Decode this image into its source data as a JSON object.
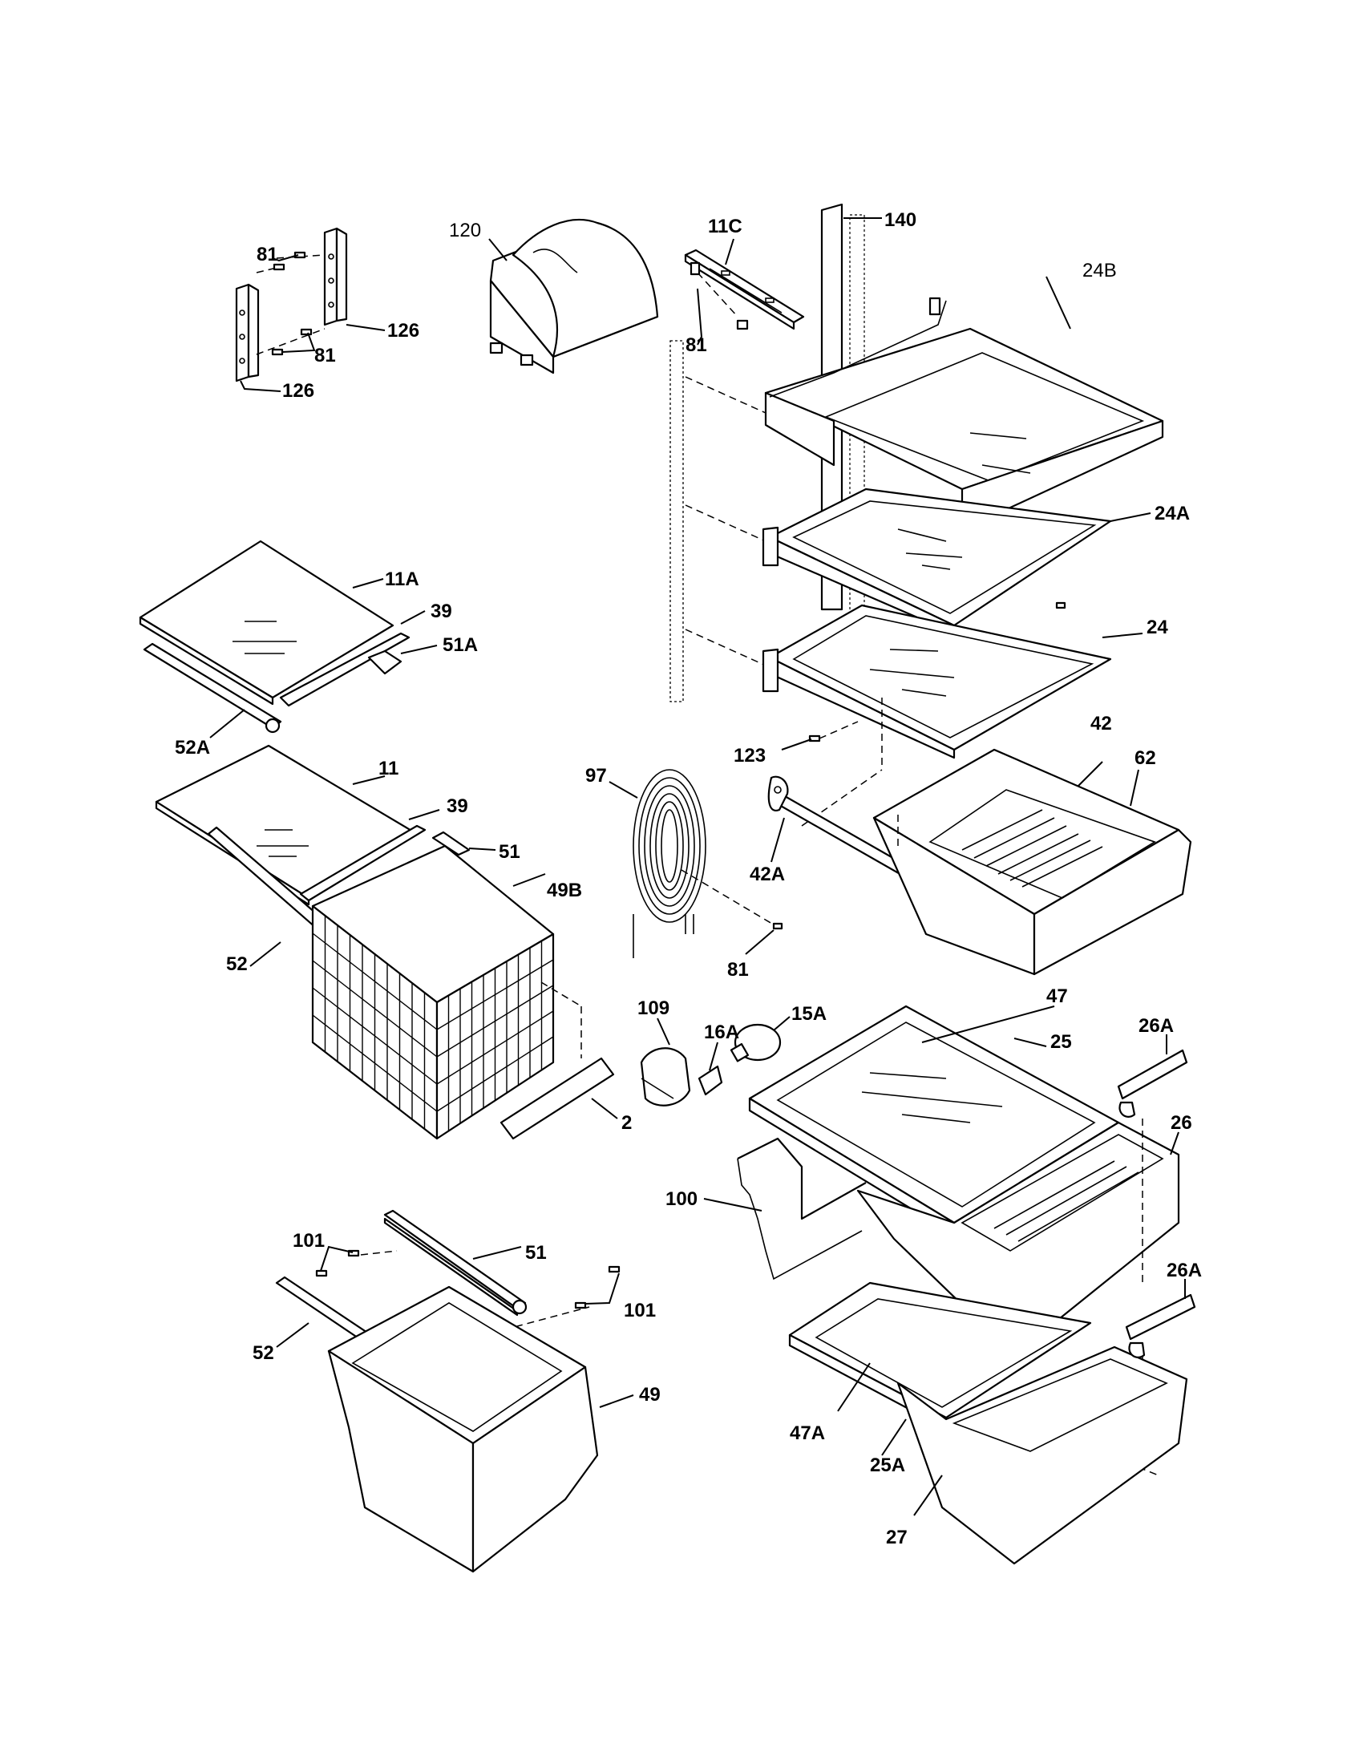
{
  "diagram": {
    "labels": {
      "l_81a": "81",
      "l_81b": "81",
      "l_126a": "126",
      "l_126b": "126",
      "l_120": "120",
      "l_11c": "11C",
      "l_81c": "81",
      "l_140": "140",
      "l_24b": "24B",
      "l_24a": "24A",
      "l_24": "24",
      "l_11a": "11A",
      "l_39a": "39",
      "l_51a": "51A",
      "l_52a": "52A",
      "l_11": "11",
      "l_39b": "39",
      "l_51": "51",
      "l_49b": "49B",
      "l_52": "52",
      "l_97": "97",
      "l_81d": "81",
      "l_123": "123",
      "l_42": "42",
      "l_62": "62",
      "l_42a": "42A",
      "l_109": "109",
      "l_16a": "16A",
      "l_15a": "15A",
      "l_2": "2",
      "l_47": "47",
      "l_25": "25",
      "l_26a": "26A",
      "l_26": "26",
      "l_100": "100",
      "l_101a": "101",
      "l_51b": "51",
      "l_101b": "101",
      "l_52b": "52",
      "l_49": "49",
      "l_26a2": "26A",
      "l_47a": "47A",
      "l_25a": "25A",
      "l_27": "27"
    }
  }
}
